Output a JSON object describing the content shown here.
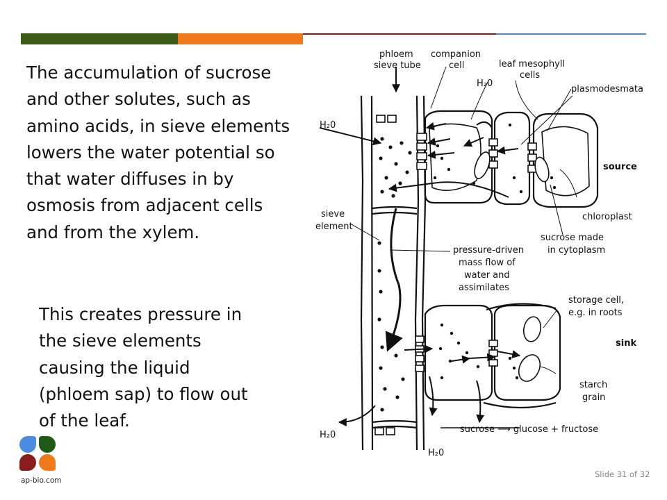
{
  "colors": {
    "band_green": "#3b5a16",
    "band_orange": "#f07a1b",
    "band_maroon": "#7d1a1a",
    "band_blue": "#4a86d4",
    "logo_blue": "#4a8ce0",
    "logo_green": "#1f5a18",
    "logo_red": "#8a1c1c",
    "logo_orange": "#f07a1b"
  },
  "slide": {
    "paragraph1": "The accumulation of sucrose\nand other solutes, such as\namino acids, in sieve elements\nlowers the water potential so\nthat water diffuses in by\nosmosis from adjacent cells\nand from the xylem.",
    "paragraph2": "This creates pressure in\nthe sieve elements\ncausing the liquid\n(phloem sap) to flow out\nof the leaf.",
    "footer_site": "ap-bio.com",
    "slide_number": "Slide 31 of 32"
  },
  "diagram": {
    "labels": {
      "phloem_sieve_tube_1": "phloem",
      "phloem_sieve_tube_2": "sieve tube",
      "companion_cell_1": "companion",
      "companion_cell_2": "cell",
      "leaf_mesophyll_1": "leaf mesophyll",
      "leaf_mesophyll_2": "cells",
      "plasmodesmata": "plasmodesmata",
      "h2o_companion": "H₂0",
      "h2o_left": "H₂0",
      "source": "source",
      "chloroplast": "chloroplast",
      "sieve_element_1": "sieve",
      "sieve_element_2": "element",
      "sucrose_made_1": "sucrose made",
      "sucrose_made_2": "in cytoplasm",
      "mass_flow_1": "pressure-driven",
      "mass_flow_2": "mass flow of",
      "mass_flow_3": "water and",
      "mass_flow_4": "assimilates",
      "storage_cell_1": "storage cell,",
      "storage_cell_2": "e.g. in roots",
      "sink": "sink",
      "starch_grain_1": "starch",
      "starch_grain_2": "grain",
      "h2o_bottom_left": "H₂0",
      "h2o_bottom": "H₂0",
      "sucrose_equation": "sucrose ⟶ glucose + fructose"
    }
  }
}
